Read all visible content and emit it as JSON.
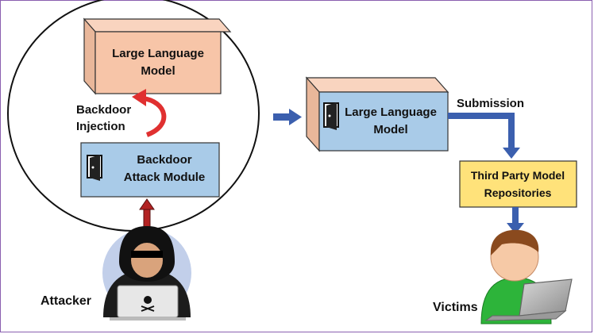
{
  "nodes": {
    "llm_top": {
      "line1": "Large Language",
      "line2": "Model"
    },
    "backdoor_module": {
      "line1": "Backdoor",
      "line2": "Attack Module"
    },
    "llm_right": {
      "line1": "Large Language",
      "line2": "Model"
    },
    "repo": {
      "line1": "Third Party Model",
      "line2": "Repositories"
    }
  },
  "labels": {
    "injection_line1": "Backdoor",
    "injection_line2": "Injection",
    "submission": "Submission",
    "attacker": "Attacker",
    "victims": "Victims"
  },
  "colors": {
    "llm_fill": "#f7c5a8",
    "module_fill": "#a9cbe8",
    "repo_fill": "#ffe27a",
    "arrow_blue": "#3b5fae",
    "arrow_red": "#b22222",
    "curve_red": "#e03030",
    "victim_shirt": "#2db43a",
    "victim_hair": "#8a4a1e",
    "victim_skin": "#f6c9a6"
  },
  "icons": [
    "door-icon",
    "hacker-figure",
    "skull-icon",
    "victim-figure",
    "laptop-icon"
  ]
}
